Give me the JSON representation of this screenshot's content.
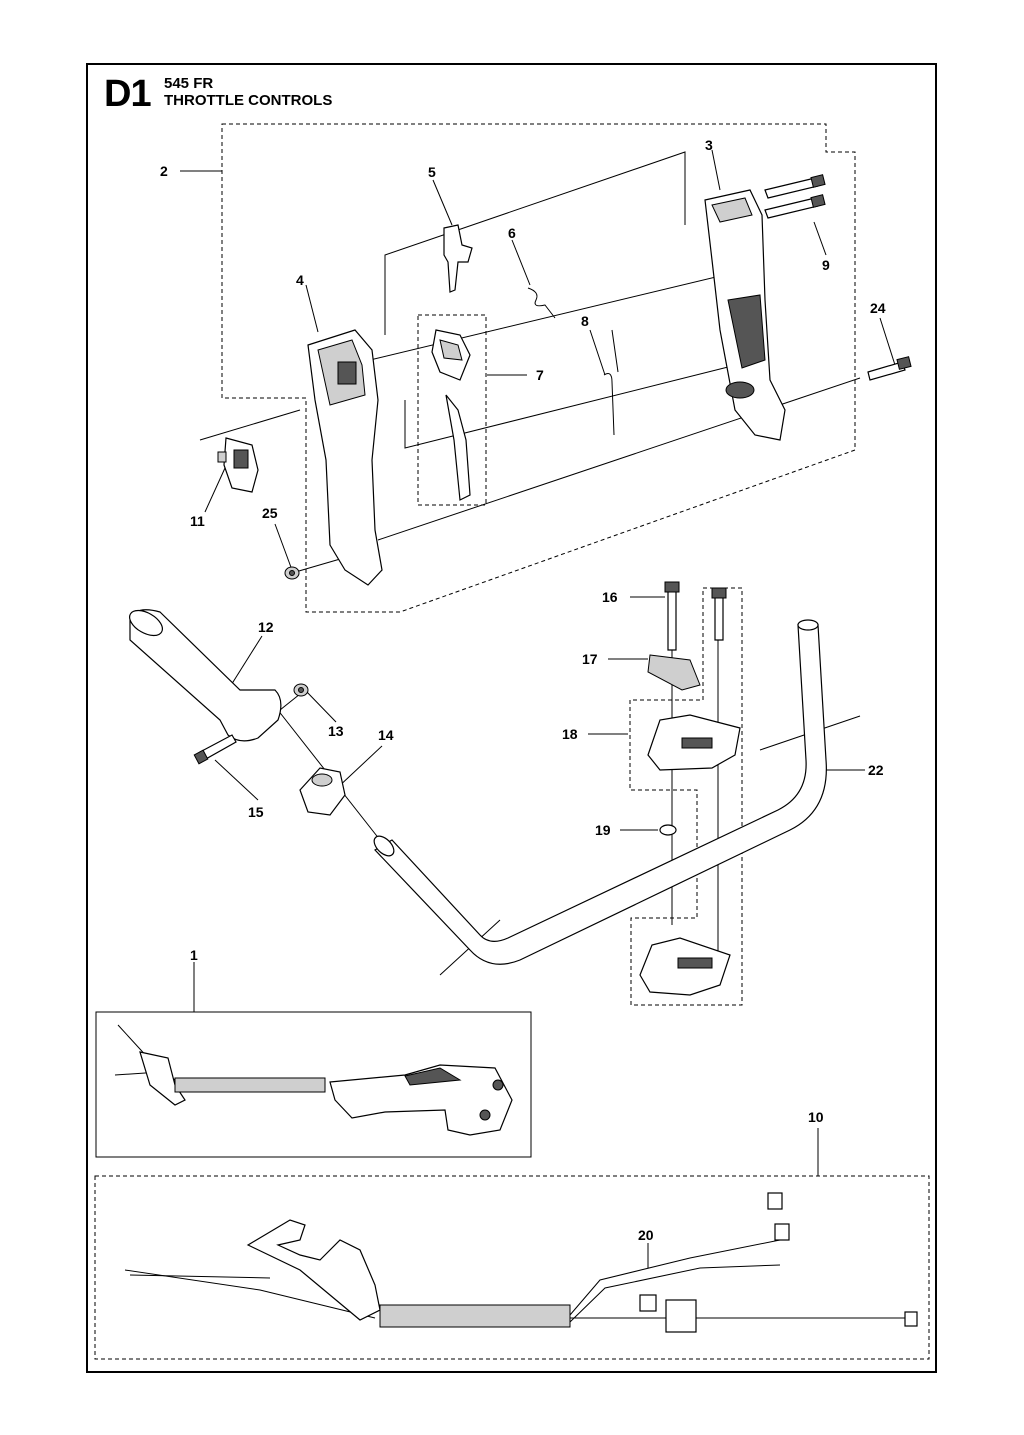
{
  "header": {
    "section_code": "D1",
    "model": "545 FR",
    "title": "THROTTLE CONTROLS"
  },
  "callouts": [
    "1",
    "2",
    "3",
    "4",
    "5",
    "6",
    "7",
    "8",
    "9",
    "10",
    "11",
    "12",
    "13",
    "14",
    "15",
    "16",
    "17",
    "18",
    "19",
    "20",
    "22",
    "24",
    "25"
  ]
}
